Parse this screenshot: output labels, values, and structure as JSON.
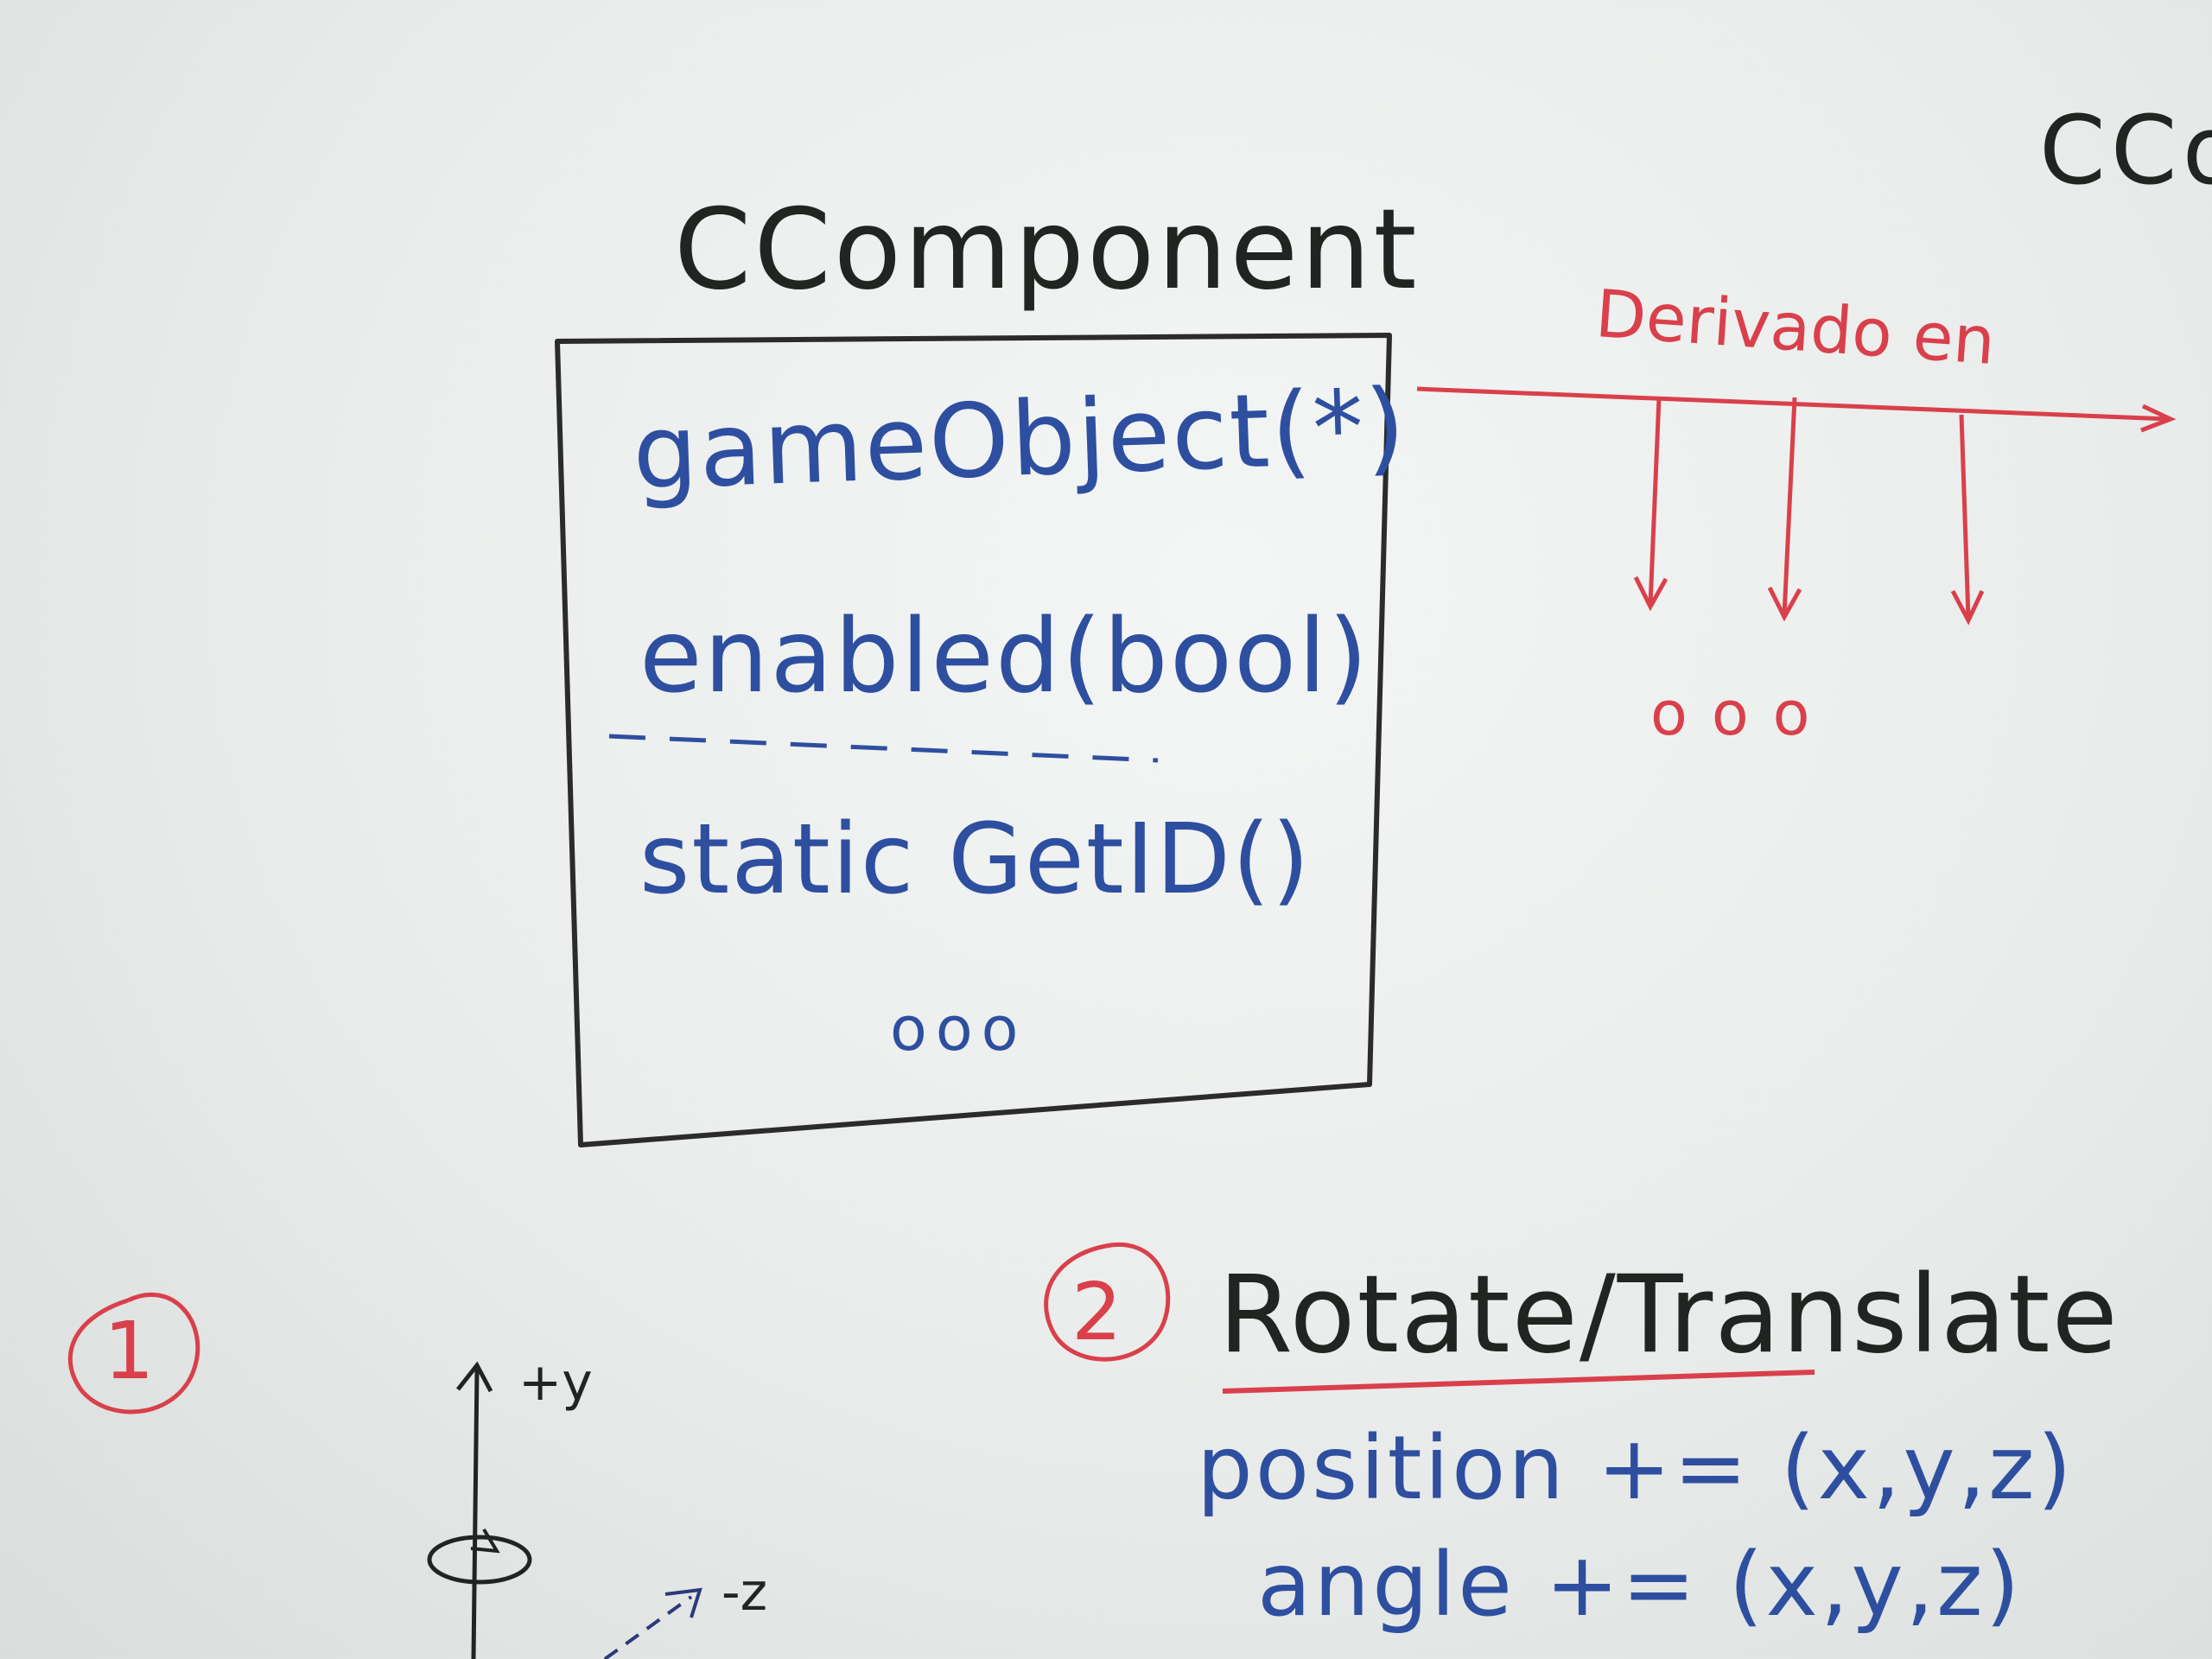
{
  "whiteboard": {
    "top_right_text": "CCo",
    "class_name": "CComponent",
    "attributes": [
      "gameObject(*)",
      "enabled(bool)"
    ],
    "methods": [
      "static  GetID()"
    ],
    "box_ellipsis": "ooo",
    "derived_label": "Derivado en",
    "derived_ellipsis": "ooo",
    "section1_number": "1",
    "axis_y_label": "+y",
    "axis_z_label": "-z",
    "section2_number": "2",
    "section2_title": "Rotate/Translate",
    "section2_lines": [
      "position += (x,y,z)",
      "angle += (x,y,z)"
    ]
  },
  "colors": {
    "marker_black": "#222422",
    "marker_blue": "#2e4fa0",
    "marker_red": "#d9404b",
    "board": "#eef0ef"
  }
}
